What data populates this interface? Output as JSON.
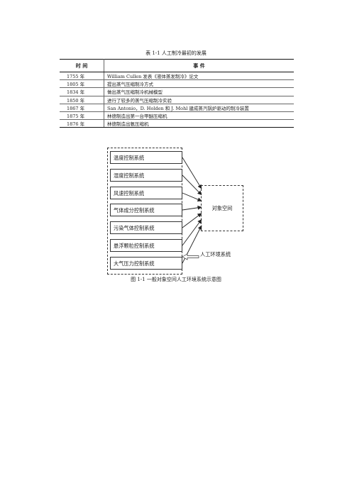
{
  "table": {
    "caption": "表 1-1  人工制冷最初的发展",
    "headers": [
      "时  间",
      "事    件"
    ],
    "rows": [
      [
        "1755 年",
        "William Cullen 发表《液体蒸发制冷》论文"
      ],
      [
        "1805 年",
        "提出蒸气压缩制冷方式"
      ],
      [
        "1834 年",
        "做出蒸气压缩制冷机械模型"
      ],
      [
        "1850 年",
        "进行了较多的蒸气压缩制冷实验"
      ],
      [
        "1867 年",
        "San Antonio，D. Holden 和 J. Mohl 建成蒸汽锅炉驱动的制冷装置"
      ],
      [
        "1875 年",
        "林德制造出第一台甲醚压缩机"
      ],
      [
        "1876 年",
        "林德制造出氨压缩机"
      ]
    ]
  },
  "figure": {
    "caption": "图 1-1  一般对象空间人工环境系统示意图",
    "systems": [
      "温度控制系统",
      "湿度控制系统",
      "风速控制系统",
      "气体成分控制系统",
      "污染气体控制系统",
      "悬浮颗粒控制系统",
      "大气压力控制系统"
    ],
    "target": "对象空间",
    "env_label": "人工环境系统"
  }
}
